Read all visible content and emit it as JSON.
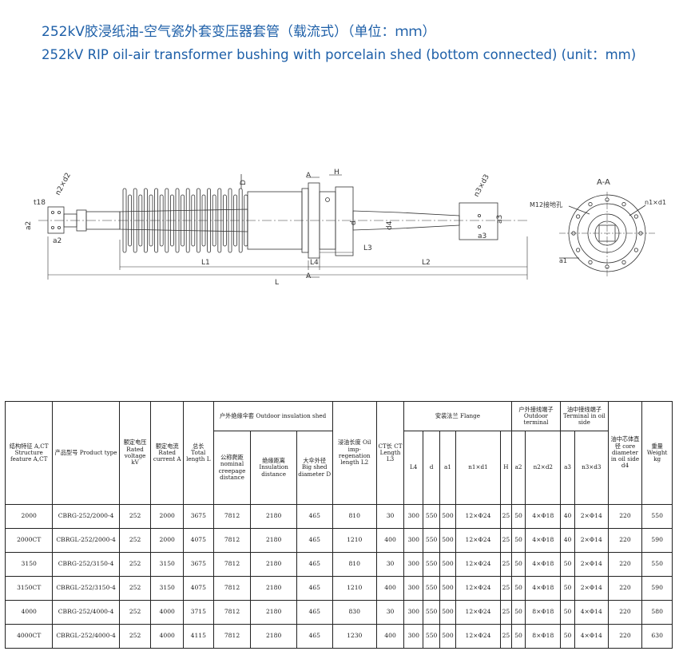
{
  "title_cn": "252kV胶浸纸油-空气瓷外套变压器套管（载流式）（单位：ｍｍ）",
  "title_en": "252kV RIP oil-air transformer bushing with porcelain shed (bottom connected) (unit：mm)",
  "drawing": {
    "labels": {
      "t18": "t18",
      "n2d2": "n2×d2",
      "a2": "a2",
      "a2b": "a2",
      "A_top": "A",
      "A_bottom": "A",
      "H": "H",
      "n3d3": "n3×d3",
      "D": "D",
      "d": "d",
      "d4": "d4",
      "a3": "a3",
      "a3b": "a3",
      "L1": "L1",
      "L4": "L4",
      "L3": "L3",
      "L2": "L2",
      "L": "L",
      "AA": "A-A",
      "M12": "M12接地孔",
      "n1d1": "n1×d1",
      "a1": "a1"
    }
  },
  "table": {
    "headers": {
      "structure": "结构特征 A,CT Structure feature A,CT",
      "product": "产品型号 Product type",
      "voltage": "额定电压 Rated voltage kV",
      "current": "额定电流 Rated current A",
      "length": "总长 Total length L",
      "outdoor_group": "户外绝缘伞套 Outdoor insulation shed",
      "creepage": "公称爬距 nominal creepage distance",
      "insulation": "绝缘距离 Insulation distance",
      "big_shed": "大伞外径 Big shed diameter D",
      "oil_length": "浸油长度 Oil imp-regenation length L2",
      "ct_length": "CT长 CT Length L3",
      "flange_group": "安装法兰 Flange",
      "L4": "L4",
      "d": "d",
      "a1": "a1",
      "n1d1": "n1×d1",
      "H": "H",
      "outdoor_terminal": "户外接线端子 Outdoor terminal",
      "a2": "a2",
      "n2d2": "n2×d2",
      "oil_terminal": "油中接线端子 Terminal in oil side",
      "a3": "a3",
      "n3d3": "n3×d3",
      "core_diameter": "油中芯体直径 core diameter in oil side d4",
      "weight": "重量 Weight kg"
    },
    "rows": [
      [
        "2000",
        "CBRG-252/2000-4",
        "252",
        "2000",
        "3675",
        "7812",
        "2180",
        "465",
        "810",
        "30",
        "300",
        "550",
        "500",
        "12×Φ24",
        "25",
        "50",
        "4×Φ18",
        "40",
        "2×Φ14",
        "220",
        "550"
      ],
      [
        "2000CT",
        "CBRGL-252/2000-4",
        "252",
        "2000",
        "4075",
        "7812",
        "2180",
        "465",
        "1210",
        "400",
        "300",
        "550",
        "500",
        "12×Φ24",
        "25",
        "50",
        "4×Φ18",
        "40",
        "2×Φ14",
        "220",
        "590"
      ],
      [
        "3150",
        "CBRG-252/3150-4",
        "252",
        "3150",
        "3675",
        "7812",
        "2180",
        "465",
        "810",
        "30",
        "300",
        "550",
        "500",
        "12×Φ24",
        "25",
        "50",
        "4×Φ18",
        "50",
        "2×Φ14",
        "220",
        "550"
      ],
      [
        "3150CT",
        "CBRGL-252/3150-4",
        "252",
        "3150",
        "4075",
        "7812",
        "2180",
        "465",
        "1210",
        "400",
        "300",
        "550",
        "500",
        "12×Φ24",
        "25",
        "50",
        "4×Φ18",
        "50",
        "2×Φ14",
        "220",
        "590"
      ],
      [
        "4000",
        "CBRG-252/4000-4",
        "252",
        "4000",
        "3715",
        "7812",
        "2180",
        "465",
        "830",
        "30",
        "300",
        "550",
        "500",
        "12×Φ24",
        "25",
        "50",
        "8×Φ18",
        "50",
        "4×Φ14",
        "220",
        "580"
      ],
      [
        "4000CT",
        "CBRGL-252/4000-4",
        "252",
        "4000",
        "4115",
        "7812",
        "2180",
        "465",
        "1230",
        "400",
        "300",
        "550",
        "500",
        "12×Φ24",
        "25",
        "50",
        "8×Φ18",
        "50",
        "4×Φ14",
        "220",
        "630"
      ]
    ]
  }
}
